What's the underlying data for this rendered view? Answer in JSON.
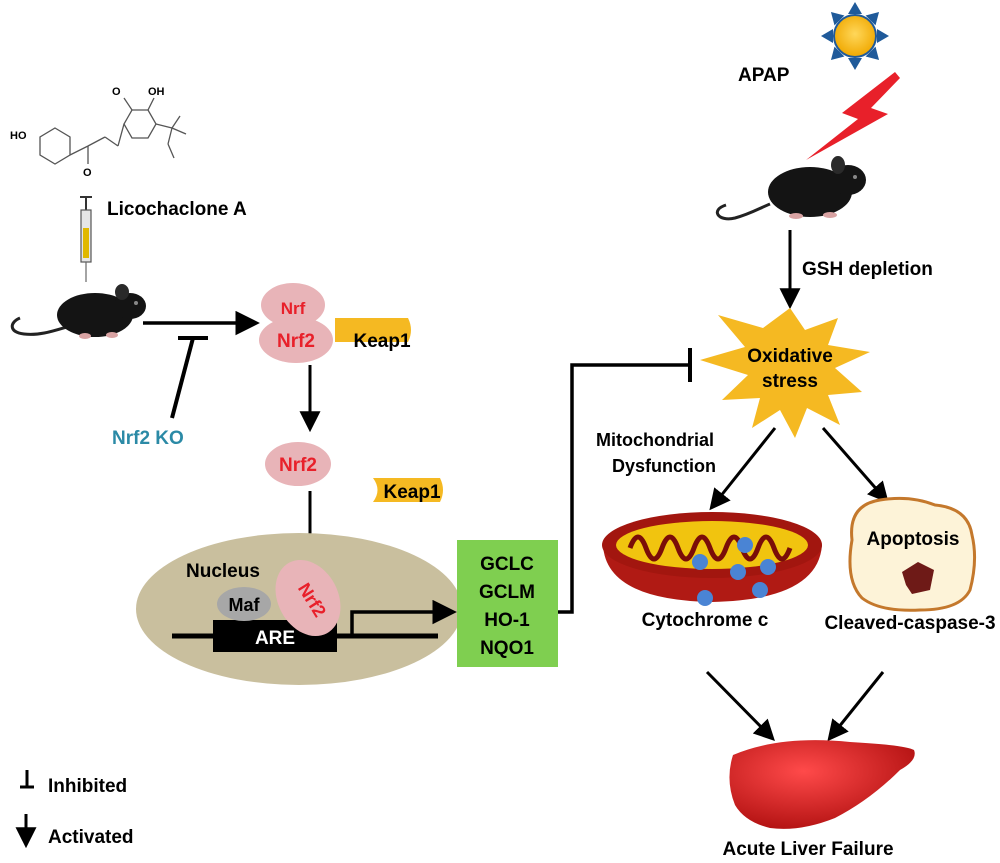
{
  "compound": {
    "name": "Licochaclone A",
    "atoms": [
      "HO",
      "O",
      "O",
      "OH"
    ]
  },
  "knockout_label": "Nrf2 KO",
  "proteins": {
    "nrf2_top_label": "Nrf",
    "nrf2_label": "Nrf2",
    "keap1_label": "Keap1",
    "maf_label": "Maf"
  },
  "nucleus": {
    "label": "Nucleus",
    "are_label": "ARE"
  },
  "target_genes": [
    "GCLC",
    "GCLM",
    "HO-1",
    "NQO1"
  ],
  "toxin_label": "APAP",
  "gsh_label": "GSH depletion",
  "stress_label": [
    "Oxidative",
    "stress"
  ],
  "mito_label": [
    "Mitochondrial",
    "Dysfunction"
  ],
  "apoptosis_label": "Apoptosis",
  "cytochrome_label": "Cytochrome c",
  "caspase_label": "Cleaved-caspase-3",
  "outcome_label": "Acute Liver Failure",
  "legend": {
    "inhibited": "Inhibited",
    "activated": "Activated"
  },
  "colors": {
    "nrf2_fill": "#e8b4b8",
    "nrf2_text": "#e8202a",
    "keap1_fill": "#f5b922",
    "gene_box_fill": "#7fcf50",
    "nucleus_fill": "#c9bf9e",
    "maf_fill": "#a7a7a7",
    "stress_fill": "#f5b922",
    "liver_fill": "#d81e1e",
    "knockout_text": "#2b8aa6",
    "cytochrome_dots": "#4a84d4"
  }
}
